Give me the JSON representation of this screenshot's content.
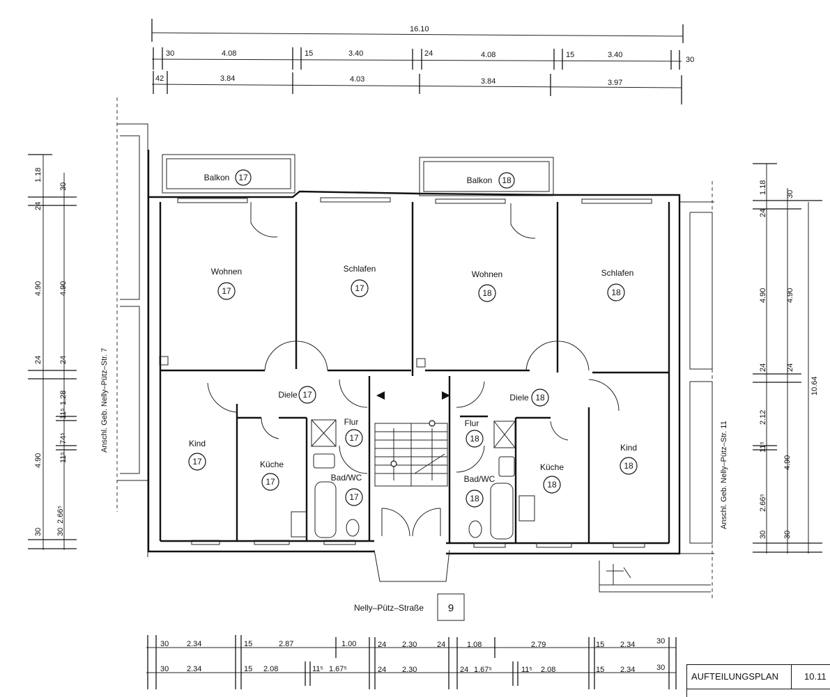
{
  "dims_top_overall": "16.10",
  "dims_top_row2": [
    "30",
    "4.08",
    "15",
    "3.40",
    "24",
    "4.08",
    "15",
    "3.40",
    "30"
  ],
  "dims_top_row3": [
    "42",
    "3.84",
    "4.03",
    "3.84",
    "3.97"
  ],
  "dims_left_outer": [
    "1.18",
    "24",
    "4.90",
    "24",
    "4.90",
    "30"
  ],
  "dims_left_inner": [
    "30",
    "4.90",
    "24",
    "1.28",
    "11⁵",
    "74⁵",
    "11⁵",
    "2.66⁵",
    "30"
  ],
  "dims_right_outer": [
    "1.18",
    "24",
    "4.90",
    "24",
    "11⁵",
    "2.66⁵",
    "30"
  ],
  "dims_right_inner": [
    "30",
    "4.90",
    "24",
    "2.12",
    "4.90",
    "30"
  ],
  "dims_right_total": "10.64",
  "dims_bottom_row1": [
    "30",
    "2.34",
    "15",
    "2.87",
    "1.00",
    "24",
    "2.30",
    "24",
    "1.08",
    "2.79",
    "15",
    "2.34",
    "30"
  ],
  "dims_bottom_row2": [
    "30",
    "2.34",
    "15",
    "2.08",
    "11⁵",
    "1.67⁵",
    "24",
    "2.30",
    "24",
    "1.67⁵",
    "11⁵",
    "2.08",
    "15",
    "2.34",
    "30"
  ],
  "rooms": [
    {
      "name": "Balkon",
      "num": "17"
    },
    {
      "name": "Balkon",
      "num": "18"
    },
    {
      "name": "Wohnen",
      "num": "17"
    },
    {
      "name": "Schlafen",
      "num": "17"
    },
    {
      "name": "Wohnen",
      "num": "18"
    },
    {
      "name": "Schlafen",
      "num": "18"
    },
    {
      "name": "Diele",
      "num": "17"
    },
    {
      "name": "Diele",
      "num": "18"
    },
    {
      "name": "Kind",
      "num": "17"
    },
    {
      "name": "Küche",
      "num": "17"
    },
    {
      "name": "Flur",
      "num": "17"
    },
    {
      "name": "Bad/WC",
      "num": "17"
    },
    {
      "name": "Flur",
      "num": "18"
    },
    {
      "name": "Bad/WC",
      "num": "18"
    },
    {
      "name": "Küche",
      "num": "18"
    },
    {
      "name": "Kind",
      "num": "18"
    }
  ],
  "neighbor_left": "Anschl. Geb. Nelly–Pütz–Str. 7",
  "neighbor_right": "Anschl. Geb. Nelly–Pütz–Str. 11",
  "street_label": "Nelly–Pütz–Straße",
  "house_number": "9",
  "title_block": {
    "label": "AUFTEILUNGSPLAN",
    "sheet": "10.11"
  }
}
